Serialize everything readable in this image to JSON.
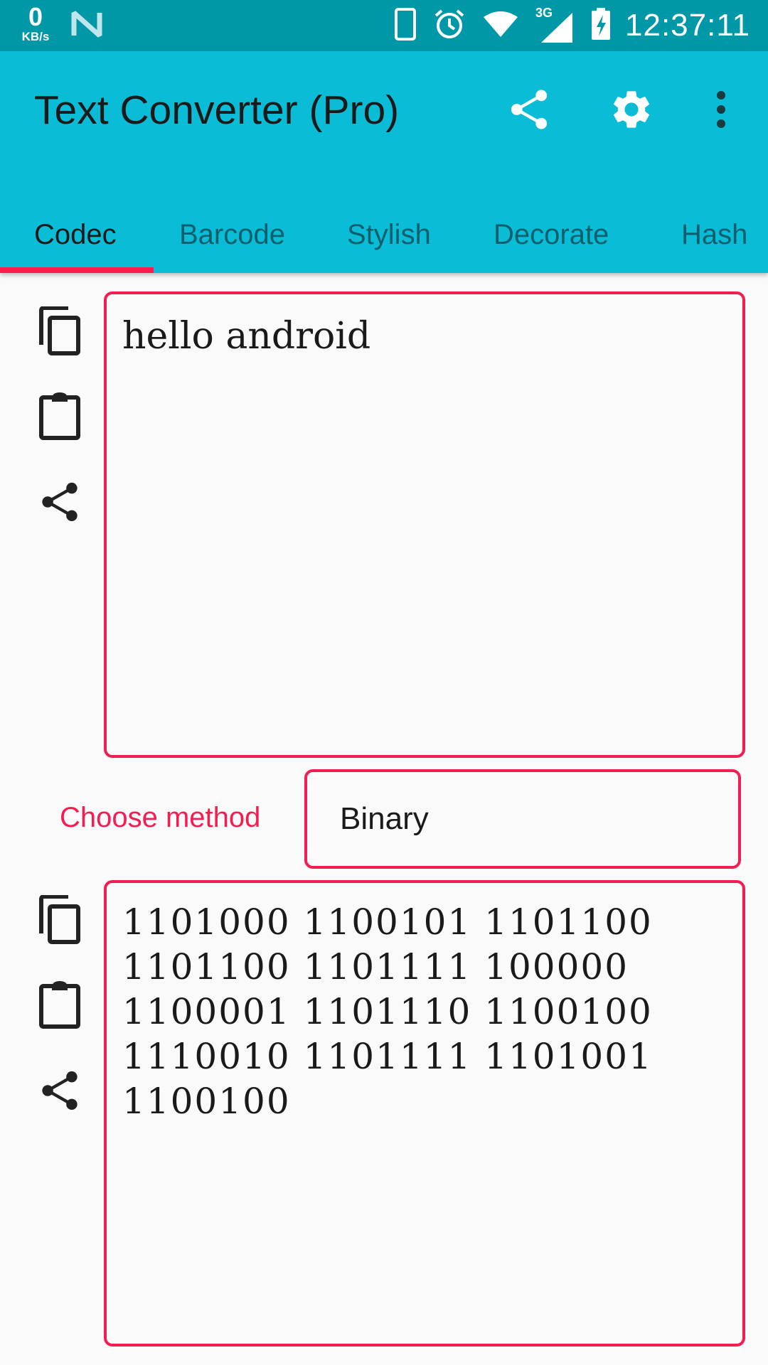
{
  "status_bar": {
    "speed_value": "0",
    "speed_unit": "KB/s",
    "network_label": "3G",
    "time": "12:37:11"
  },
  "app_bar": {
    "title": "Text Converter (Pro)",
    "actions": [
      "share-icon",
      "gear-icon",
      "more-vert-icon"
    ]
  },
  "tabs": [
    {
      "label": "Codec",
      "active": true
    },
    {
      "label": "Barcode",
      "active": false
    },
    {
      "label": "Stylish",
      "active": false
    },
    {
      "label": "Decorate",
      "active": false
    },
    {
      "label": "Hash",
      "active": false
    }
  ],
  "input": {
    "value": "hello android",
    "side_icons": [
      "copy-icon",
      "paste-icon",
      "share-icon"
    ]
  },
  "method": {
    "label": "Choose method",
    "selected": "Binary"
  },
  "output": {
    "value": "1101000 1100101 1101100 1101100 1101111 100000 1100001 1101110 1100100 1110010 1101111 1101001 1100100",
    "side_icons": [
      "copy-icon",
      "paste-icon",
      "share-icon"
    ]
  },
  "colors": {
    "status_bar": "#0097a7",
    "app_bar": "#0abcd5",
    "accent": "#f21e52",
    "background": "#fafafa"
  }
}
